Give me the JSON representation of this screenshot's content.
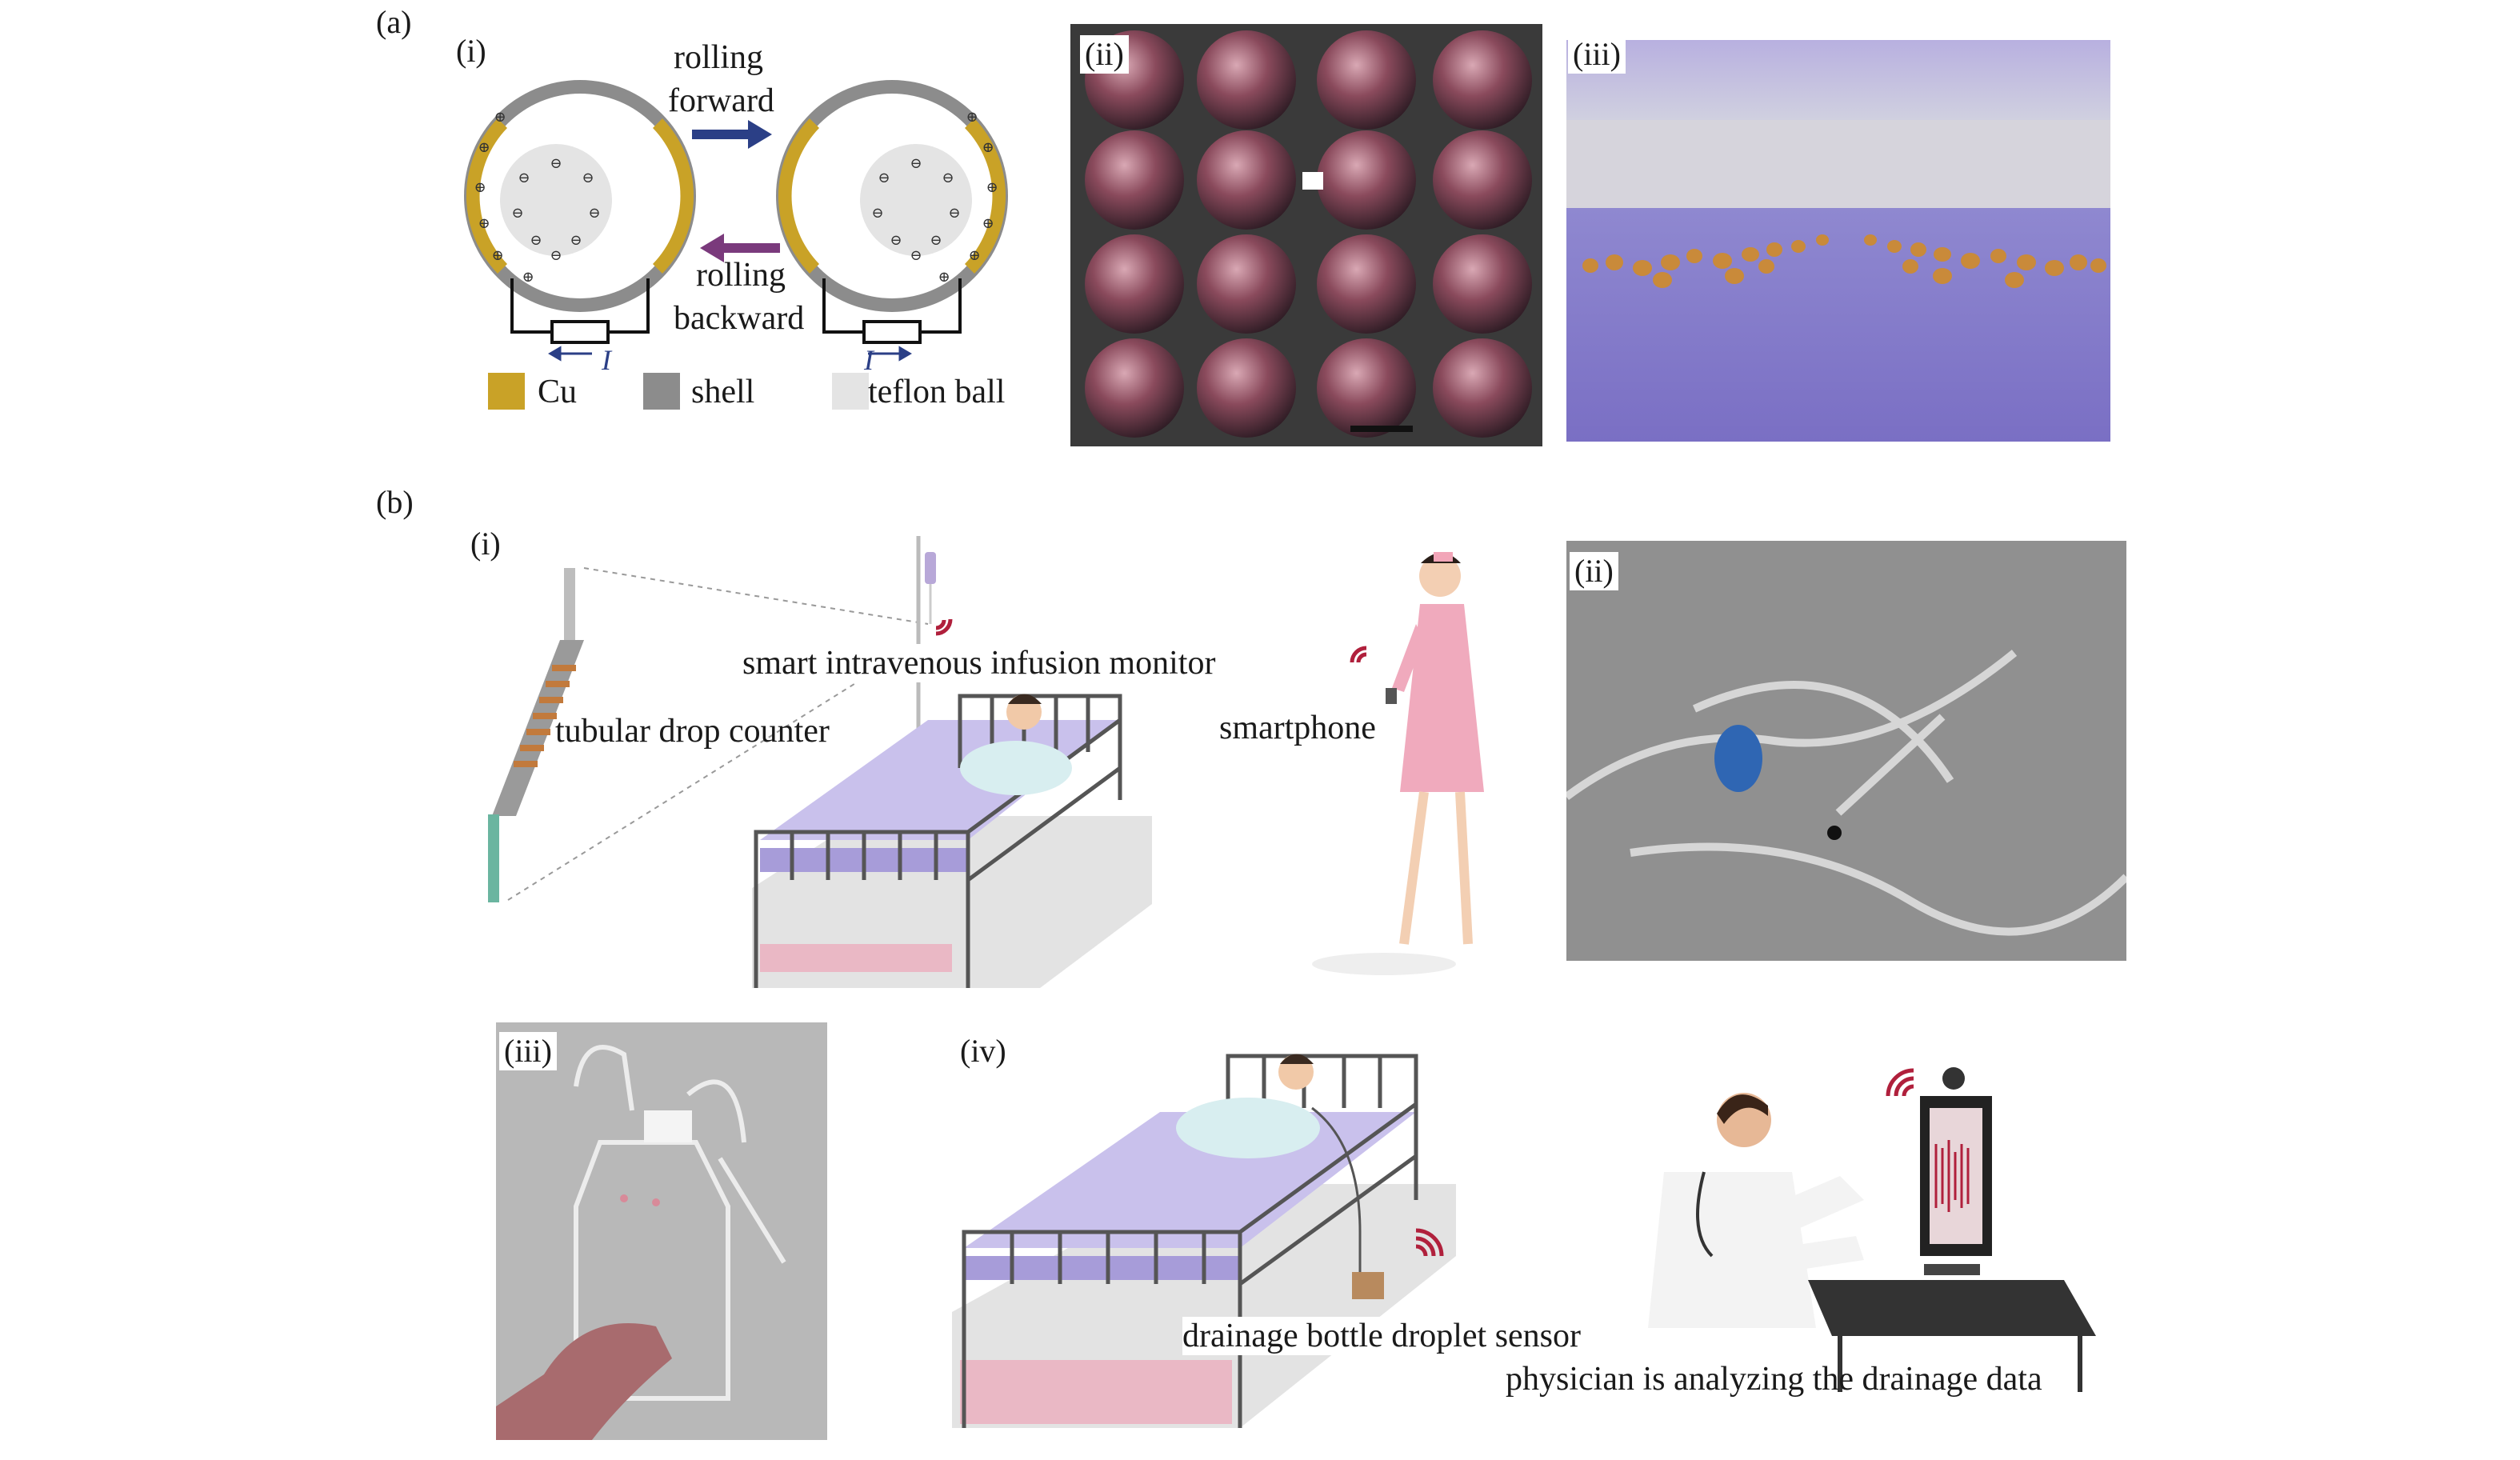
{
  "panel_a": {
    "label": "(a)",
    "i": {
      "label": "(i)",
      "rolling_forward_1": "rolling",
      "rolling_forward_2": "forward",
      "rolling_backward_1": "rolling",
      "rolling_backward_2": "backward",
      "current_symbol": "I",
      "legend": [
        {
          "label": "Cu",
          "color": "#c9a227"
        },
        {
          "label": "shell",
          "color": "#8c8c8c"
        },
        {
          "label": "teflon ball",
          "color": "#e4e4e4"
        }
      ],
      "forward_arrow_color": "#2b3f86",
      "backward_arrow_color": "#7a3a7c"
    },
    "ii": {
      "label": "(ii)"
    },
    "iii": {
      "label": "(iii)"
    }
  },
  "panel_b": {
    "label": "(b)",
    "i": {
      "label": "(i)",
      "tubular_drop_counter": "tubular drop counter",
      "infusion_monitor": "smart intravenous infusion monitor",
      "smartphone": "smartphone"
    },
    "ii": {
      "label": "(ii)"
    },
    "iii": {
      "label": "(iii)"
    },
    "iv": {
      "label": "(iv)",
      "drainage_sensor": "drainage bottle droplet sensor",
      "physician": "physician is analyzing the drainage data"
    },
    "signal_color": "#b0203c"
  }
}
